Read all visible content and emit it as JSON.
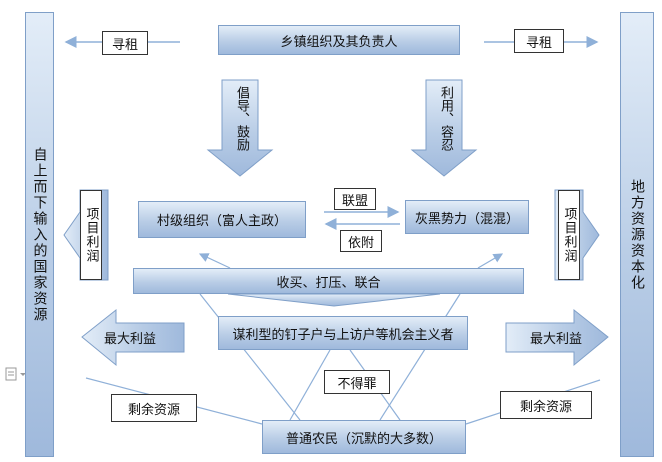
{
  "nodes": {
    "top": "乡镇组织及其负责人",
    "village": "村级组织（富人主政）",
    "gray": "灰黑势力（混混）",
    "buy": "收买、打压、联合",
    "nail": "谋利型的钉子户与上访户等机会主义者",
    "peasant": "普通农民（沉默的大多数）",
    "left_bar": "自上而下输入的国家资源",
    "right_bar": "地方资源资本化"
  },
  "labels": {
    "rent_left": "寻租",
    "rent_right": "寻租",
    "advocate": "倡导、鼓励",
    "use": "利用、容忍",
    "alliance": "联盟",
    "attach": "依附",
    "profit_left": "项目利润",
    "profit_right": "项目利润",
    "max_left": "最大利益",
    "max_right": "最大利益",
    "forced": "不得罪",
    "surplus_left": "剩余资源",
    "surplus_right": "剩余资源"
  }
}
